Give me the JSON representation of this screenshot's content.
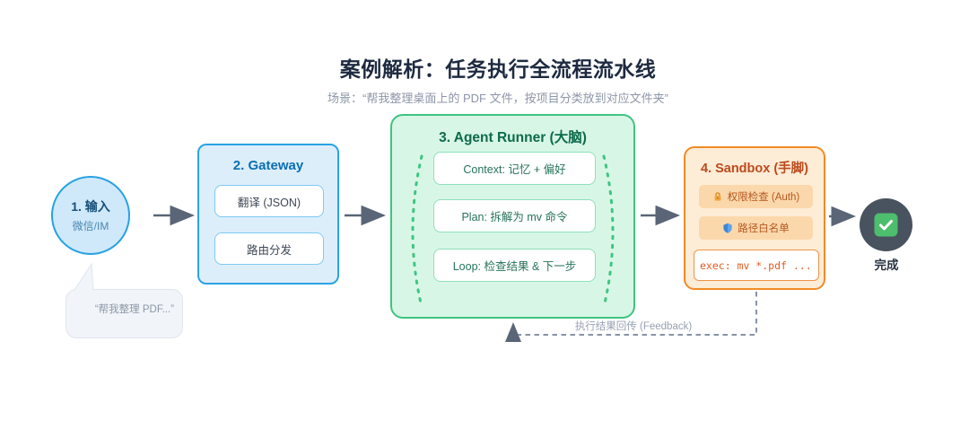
{
  "header": {
    "title": "案例解析：任务执行全流程流水线",
    "subtitle": "场景：“帮我整理桌面上的 PDF 文件，按项目分类放到对应文件夹”"
  },
  "input_node": {
    "title": "1. 输入",
    "subtitle": "微信/IM"
  },
  "speech_bubble": {
    "text": "“帮我整理 PDF...”"
  },
  "gateway": {
    "title": "2. Gateway",
    "steps": [
      "翻译 (JSON)",
      "路由分发"
    ]
  },
  "agent": {
    "title": "3. Agent Runner (大脑)",
    "steps": [
      "Context: 记忆 + 偏好",
      "Plan: 拆解为 mv 命令",
      "Loop: 检查结果 & 下一步"
    ]
  },
  "sandbox": {
    "title": "4. Sandbox (手脚)",
    "checks": [
      {
        "icon": "lock-icon",
        "label": "权限检查 (Auth)"
      },
      {
        "icon": "shield-icon",
        "label": "路径白名单"
      }
    ],
    "exec_text": "exec: mv *.pdf ..."
  },
  "done": {
    "label": "完成",
    "icon": "check-icon"
  },
  "feedback": {
    "label": "执行结果回传 (Feedback)"
  },
  "colors": {
    "blue_border": "#27a2e2",
    "blue_fill": "#ddeefb",
    "green_border": "#3dc57f",
    "green_fill": "#d8f6e6",
    "orange_border": "#f18b26",
    "orange_fill": "#fdecd6",
    "arrow_slate": "#5a6577",
    "feedback_dash": "#8793a6",
    "done_circle": "#49525f",
    "check_green": "#4dbd6e"
  }
}
